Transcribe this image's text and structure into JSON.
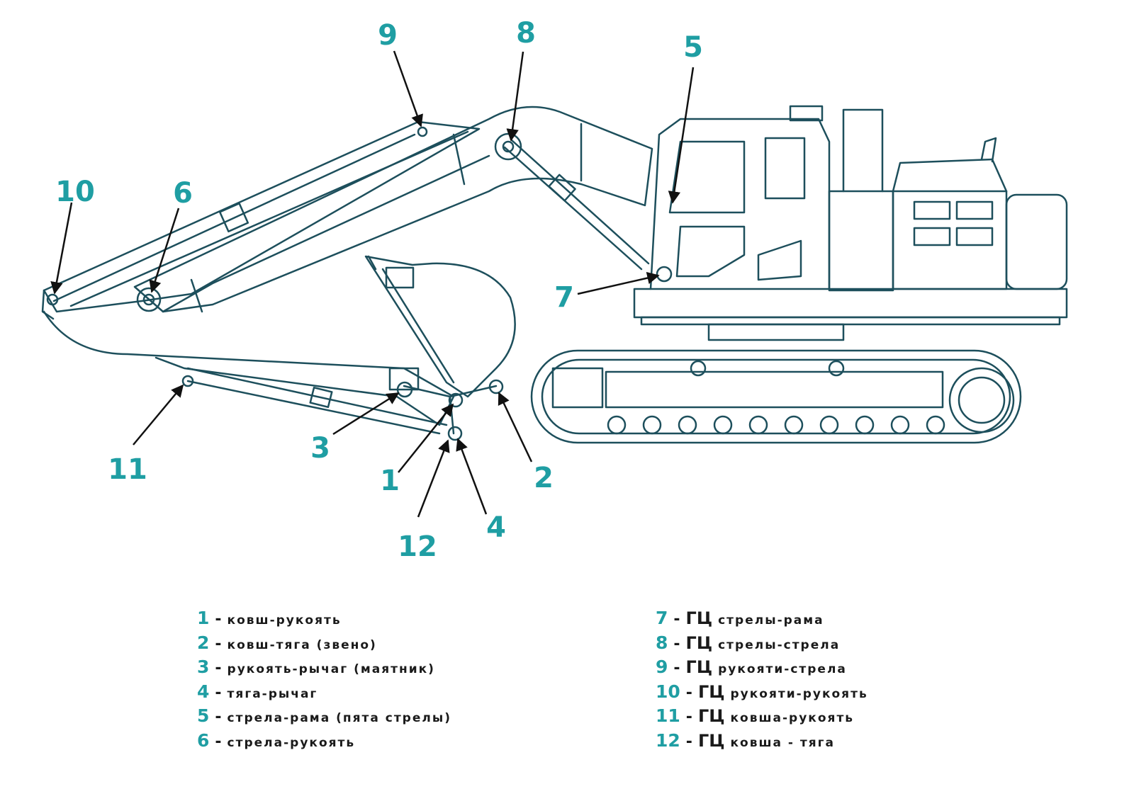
{
  "diagram": {
    "colors": {
      "line": "#1d4f5c",
      "accent": "#1f9ea3",
      "arrow": "#111111"
    },
    "callouts": [
      {
        "id": "c1",
        "label": "1"
      },
      {
        "id": "c2",
        "label": "2"
      },
      {
        "id": "c3",
        "label": "3"
      },
      {
        "id": "c4",
        "label": "4"
      },
      {
        "id": "c5",
        "label": "5"
      },
      {
        "id": "c6",
        "label": "6"
      },
      {
        "id": "c7",
        "label": "7"
      },
      {
        "id": "c8",
        "label": "8"
      },
      {
        "id": "c9",
        "label": "9"
      },
      {
        "id": "c10",
        "label": "10"
      },
      {
        "id": "c11",
        "label": "11"
      },
      {
        "id": "c12",
        "label": "12"
      }
    ]
  },
  "legend": {
    "dash": "-",
    "gc": "ГЦ",
    "left": [
      {
        "num": "1",
        "text": "ковш-рукоять"
      },
      {
        "num": "2",
        "text": "ковш-тяга (звено)"
      },
      {
        "num": "3",
        "text": "рукоять-рычаг (маятник)"
      },
      {
        "num": "4",
        "text": "тяга-рычаг"
      },
      {
        "num": "5",
        "text": "стрела-рама (пята стрелы)"
      },
      {
        "num": "6",
        "text": "стрела-рукоять"
      }
    ],
    "right": [
      {
        "num": "7",
        "text": "стрелы-рама"
      },
      {
        "num": "8",
        "text": "стрелы-стрела"
      },
      {
        "num": "9",
        "text": "рукояти-стрела"
      },
      {
        "num": "10",
        "text": "рукояти-рукоять"
      },
      {
        "num": "11",
        "text": "ковша-рукоять"
      },
      {
        "num": "12",
        "text": "ковша - тяга"
      }
    ]
  }
}
